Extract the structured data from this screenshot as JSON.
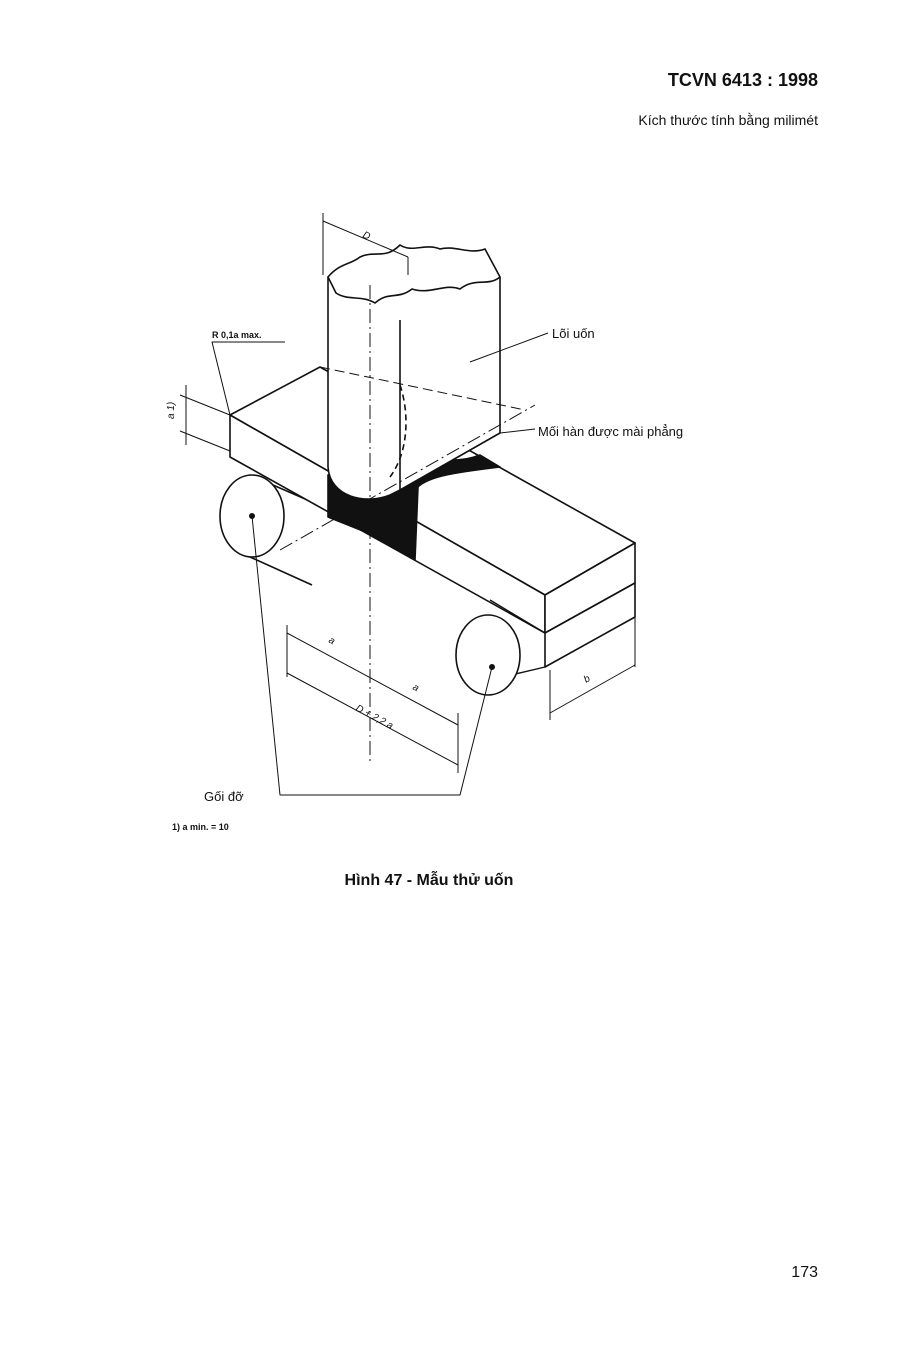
{
  "header": {
    "standard": "TCVN 6413 : 1998",
    "units_note": "Kích thước tính bằng milimét"
  },
  "figure": {
    "labels": {
      "mandrel": "Lõi uốn",
      "weld": "Mối hàn được mài phẳng",
      "radius": "R 0,1a max.",
      "supports": "Gối đỡ",
      "footnote": "1)  a min. = 10"
    },
    "dimensions": {
      "D": "D",
      "span": "D + 2,2 a",
      "a_half_left": "a",
      "a_half_right": "a",
      "thickness": "a 1)",
      "width": "b"
    }
  },
  "caption": "Hình 47 - Mẫu thử uốn",
  "page_number": "173"
}
